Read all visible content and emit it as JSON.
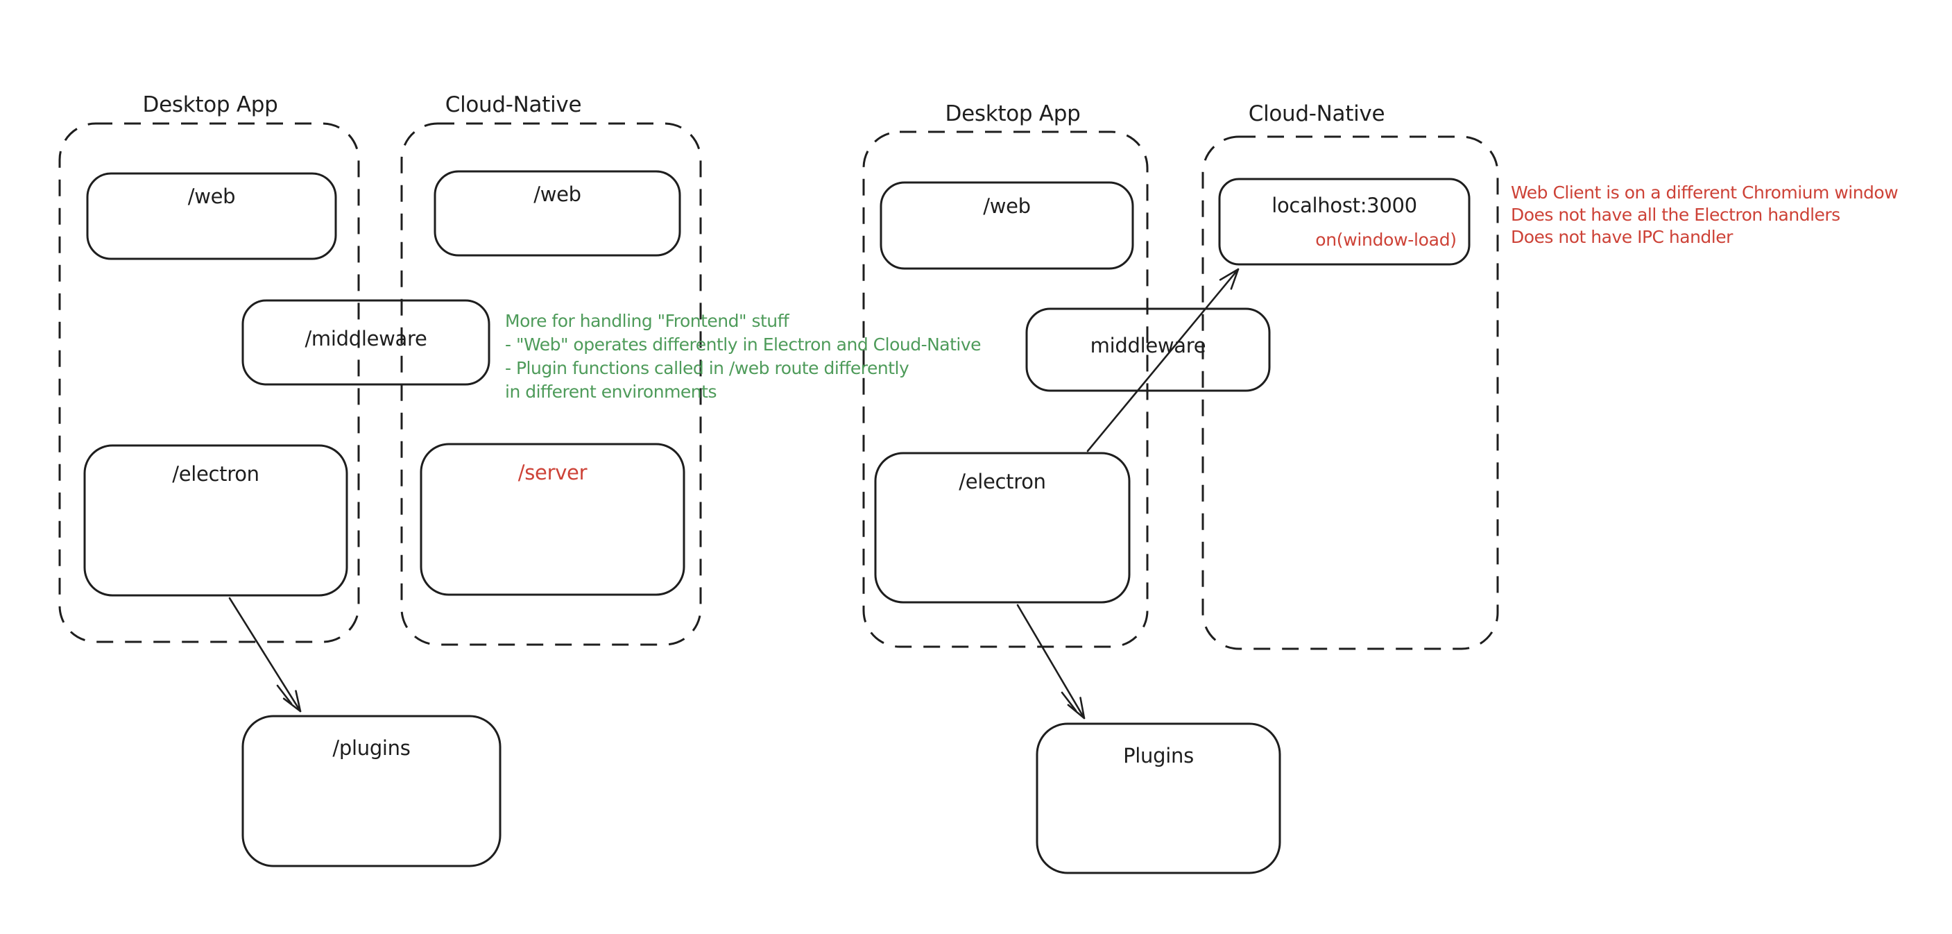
{
  "colors": {
    "stroke": "#1e1e1e",
    "green": "#4e9b5a",
    "red": "#cd4237",
    "background": "#ffffff"
  },
  "left_diagram": {
    "desktop_app": {
      "title": "Desktop App",
      "web_label": "/web",
      "electron_label": "/electron"
    },
    "cloud_native": {
      "title": "Cloud-Native",
      "web_label": "/web",
      "server_label": "/server"
    },
    "middleware_label": "/middleware",
    "plugins_label": "/plugins",
    "green_note": {
      "lines": [
        "More for handling \"Frontend\" stuff",
        "- \"Web\" operates differently in Electron and Cloud-Native",
        "- Plugin functions called in /web route differently",
        "in different environments"
      ]
    }
  },
  "right_diagram": {
    "desktop_app": {
      "title": "Desktop App",
      "web_label": "/web",
      "electron_label": "/electron"
    },
    "cloud_native": {
      "title": "Cloud-Native",
      "localhost_label": "localhost:3000",
      "event_label": "on(window-load)"
    },
    "middleware_label": "middleware",
    "plugins_label": "Plugins",
    "red_note": {
      "lines": [
        "Web Client is on a different Chromium window",
        "Does not have all the Electron handlers",
        "Does not have IPC handler"
      ]
    }
  }
}
